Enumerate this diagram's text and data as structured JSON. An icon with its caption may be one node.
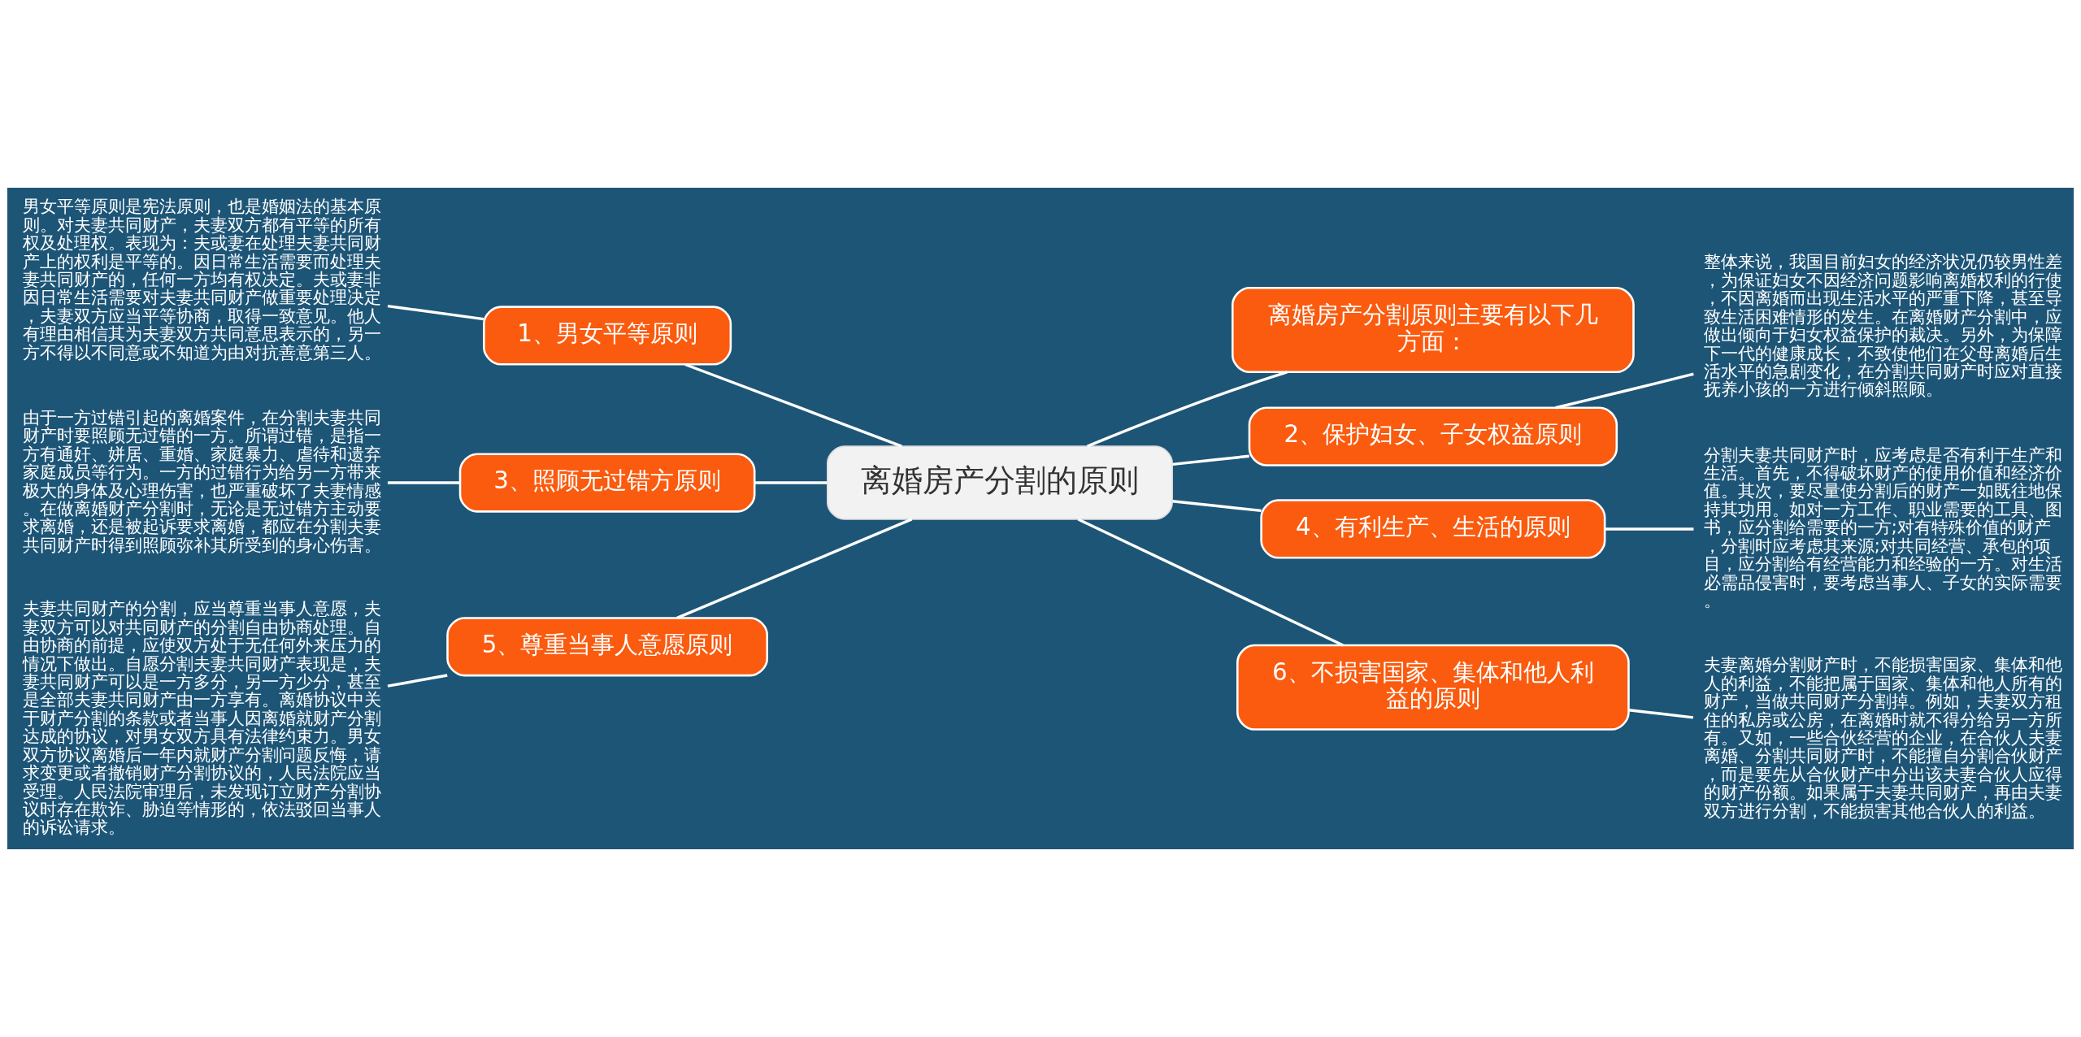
{
  "diagram": {
    "nodes": [
      {
        "text": [
          "离婚房产分割的原则"
        ]
      },
      {
        "text": [
          "离婚房产分割原则主要有以下几方面："
        ]
      },
      {
        "text": [
          "1、男女平等原则"
        ]
      },
      {
        "text": [
          "男女平等原则是宪法原则，也是婚姻法的基本原则。对夫妻共同财产，夫妻双方都有平等的所有权及处理权。表现为：夫或妻在处理夫妻共同财产上的权利是平等的。因日常生活需要而处理夫妻共同财产的，任何一方均有权决定。夫或妻非因日常生活需要对夫妻共同财产做重要处理决定，夫妻双方应当平等协商，取得一致意见。他人有理由相信其为夫妻双方共同意思表示的，另一方不得以不同意或不知道为由对抗善意第三人。"
        ]
      },
      {
        "text": [
          "2、保护妇女、子女权益原则"
        ]
      },
      {
        "text": [
          "整体来说，我国目前妇女的经济状况仍较男性差，为保证妇女不因经济问题影响离婚权利的行使，不因离婚而出现生活水平的严重下降，甚至导致生活困难情形的发生。在离婚财产分割中，应做出倾向于妇女权益保护的裁决。另外，为保障下一代的健康成长，不致使他们在父母离婚后生活水平的急剧变化，在分割共同财产时应对直接抚养小孩的一方进行倾斜照顾。"
        ]
      },
      {
        "text": [
          "3、照顾无过错方原则"
        ]
      },
      {
        "text": [
          "由于一方过错引起的离婚案件，在分割夫妻共同财产时要照顾无过错的一方。所谓过错，是指一方有通奸、姘居、重婚、家庭暴力、虐待和遗弃家庭成员等行为。一方的过错行为给另一方带来极大的身体及心理伤害，也严重破坏了夫妻情感。在做离婚财产分割时，无论是无过错方主动要求离婚，还是被起诉要求离婚，都应在分割夫妻共同财产时得到照顾弥补其所受到的身心伤害。"
        ]
      },
      {
        "text": [
          "4、有利生产、生活的原则"
        ]
      },
      {
        "text": [
          "分割夫妻共同财产时，应考虑是否有利于生产和生活。首先，不得破坏财产的使用价值和经济价值。其次，要尽量使分割后的财产一如既往地保持其功用。如对一方工作、职业需要的工具、图书，应分割给需要的一方;对有特殊价值的财产，分割时应考虑其来源;对共同经营、承包的项目，应分割给有经营能力和经验的一方。对生活必需品侵害时，要考虑当事人、子女的实际需要。"
        ]
      },
      {
        "text": [
          "5、尊重当事人意愿原则"
        ]
      },
      {
        "text": [
          "夫妻共同财产的分割，应当尊重当事人意愿，夫妻双方可以对共同财产的分割自由协商处理。自由协商的前提，应使双方处于无任何外来压力的情况下做出。自愿分割夫妻共同财产表现是，夫妻共同财产可以是一方多分，另一方少分，甚至是全部夫妻共同财产由一方享有。离婚协议中关于财产分割的条款或者当事人因离婚就财产分割达成的协议，对男女双方具有法律约束力。男女双方协议离婚后一年内就财产分割问题反悔，请求变更或者撤销财产分割协议的，人民法院应当受理。人民法院审理后，未发现订立财产分割协议时存在欺诈、胁迫等情形的，依法驳回当事人的诉讼请求。"
        ]
      },
      {
        "text": [
          "6、不损害国家、集体和他人利益的原则"
        ]
      },
      {
        "text": [
          "夫妻离婚分割财产时，不能损害国家、集体和他人的利益，不能把属于国家、集体和他人所有的财产，当做共同财产分割掉。例如，夫妻双方租住的私房或公房，在离婚时就不得分给另一方所有。又如，一些合伙经营的企业，在合伙人夫妻离婚、分割共同财产时，不能擅自分割合伙财产，而是要先从合伙财产中分出该夫妻合伙人应得的财产份额。如果属于夫妻共同财产，再由夫妻双方进行分割，不能损害其他合伙人的利益。"
        ]
      }
    ],
    "edges": [
      {
        "from": 0,
        "to": 1,
        "arrow": "none"
      },
      {
        "from": 0,
        "to": 2,
        "arrow": "none"
      },
      {
        "from": 2,
        "to": 3,
        "arrow": "none"
      },
      {
        "from": 0,
        "to": 4,
        "arrow": "none"
      },
      {
        "from": 4,
        "to": 5,
        "arrow": "none"
      },
      {
        "from": 0,
        "to": 6,
        "arrow": "none"
      },
      {
        "from": 6,
        "to": 7,
        "arrow": "none"
      },
      {
        "from": 0,
        "to": 8,
        "arrow": "none"
      },
      {
        "from": 8,
        "to": 9,
        "arrow": "none"
      },
      {
        "from": 0,
        "to": 10,
        "arrow": "none"
      },
      {
        "from": 10,
        "to": 11,
        "arrow": "none"
      },
      {
        "from": 0,
        "to": 12,
        "arrow": "none"
      },
      {
        "from": 12,
        "to": 13,
        "arrow": "none"
      }
    ]
  }
}
